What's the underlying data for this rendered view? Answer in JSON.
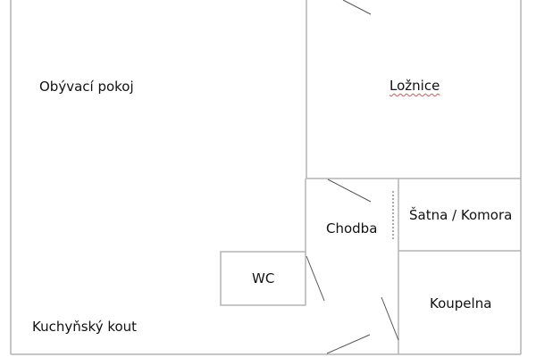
{
  "plan": {
    "wall_color": "#b4b4b4",
    "door_color": "#555555",
    "rooms": [
      {
        "id": "obyvaci-pokoj",
        "label": "Obývací pokoj"
      },
      {
        "id": "loznice",
        "label": "Ložnice"
      },
      {
        "id": "chodba",
        "label": "Chodba"
      },
      {
        "id": "satna-komora",
        "label": "Šatna / Komora"
      },
      {
        "id": "wc",
        "label": "WC"
      },
      {
        "id": "koupelna",
        "label": "Koupelna"
      },
      {
        "id": "kuchynsky-kout",
        "label": "Kuchyňský kout"
      }
    ]
  }
}
